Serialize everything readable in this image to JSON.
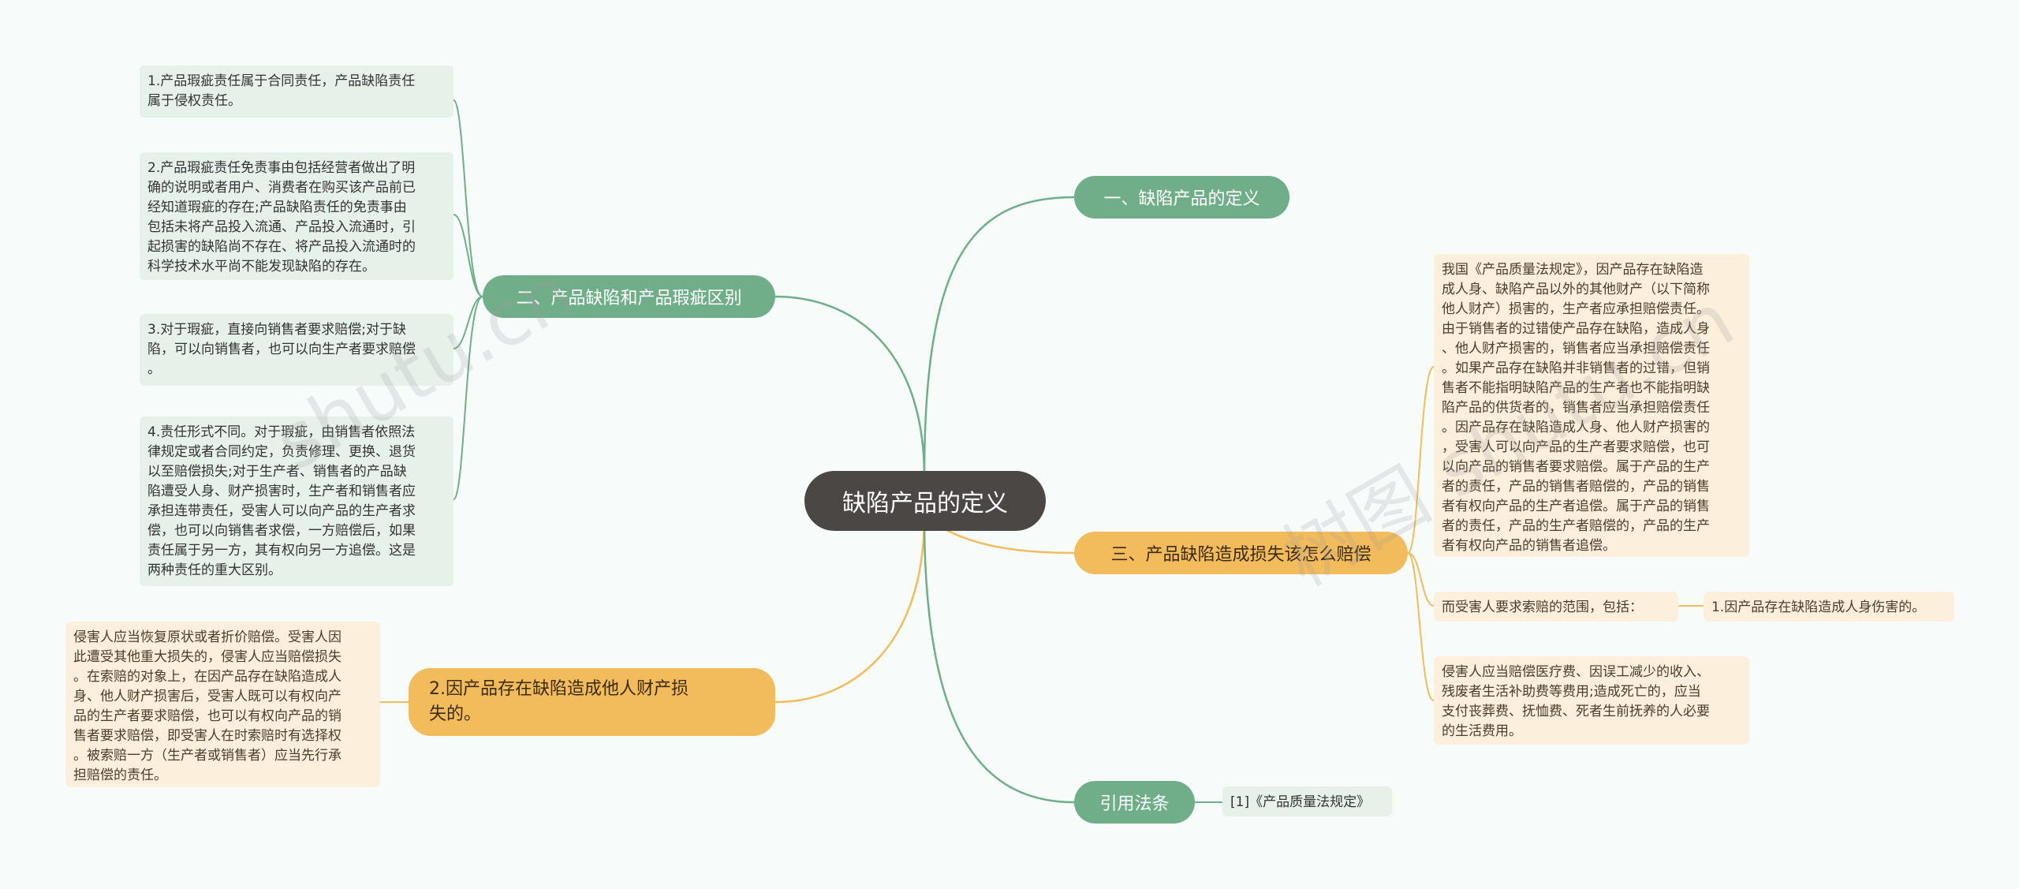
{
  "colors": {
    "green_branch": "#6fae88",
    "orange_branch": "#f2bb5b",
    "root": "#4b4745",
    "green_text_bg": "#e6f1ea",
    "orange_text_bg": "#fcefdc",
    "background": "#f7fcfb"
  },
  "root": {
    "label": "缺陷产品的定义"
  },
  "branches": {
    "b1": {
      "label": "一、缺陷产品的定义"
    },
    "b2": {
      "label": "二、产品缺陷和产品瑕疵区别",
      "items": [
        "1.产品瑕疵责任属于合同责任，产品缺陷责任\n属于侵权责任。",
        "2.产品瑕疵责任免责事由包括经营者做出了明\n确的说明或者用户、消费者在购买该产品前已\n经知道瑕疵的存在;产品缺陷责任的免责事由\n包括未将产品投入流通、产品投入流通时，引\n起损害的缺陷尚不存在、将产品投入流通时的\n科学技术水平尚不能发现缺陷的存在。",
        "3.对于瑕疵，直接向销售者要求赔偿;对于缺\n陷，可以向销售者，也可以向生产者要求赔偿\n。",
        "4.责任形式不同。对于瑕疵，由销售者依照法\n律规定或者合同约定，负责修理、更换、退货\n以至赔偿损失;对于生产者、销售者的产品缺\n陷遭受人身、财产损害时，生产者和销售者应\n承担连带责任，受害人可以向产品的生产者求\n偿，也可以向销售者求偿，一方赔偿后，如果\n责任属于另一方，其有权向另一方追偿。这是\n两种责任的重大区别。"
      ]
    },
    "b3": {
      "label": "三、产品缺陷造成损失该怎么赔偿",
      "items": [
        "我国《产品质量法规定》，因产品存在缺陷造\n成人身、缺陷产品以外的其他财产（以下简称\n他人财产）损害的，生产者应承担赔偿责任。\n由于销售者的过错使产品存在缺陷，造成人身\n、他人财产损害的，销售者应当承担赔偿责任\n。如果产品存在缺陷并非销售者的过错，但销\n售者不能指明缺陷产品的生产者也不能指明缺\n陷产品的供货者的，销售者应当承担赔偿责任\n。因产品存在缺陷造成人身、他人财产损害的\n，受害人可以向产品的生产者要求赔偿，也可\n以向产品的销售者要求赔偿。属于产品的生产\n者的责任，产品的销售者赔偿的，产品的销售\n者有权向产品的生产者追偿。属于产品的销售\n者的责任，产品的生产者赔偿的，产品的生产\n者有权向产品的销售者追偿。",
        "而受害人要求索赔的范围，包括：",
        "侵害人应当赔偿医疗费、因误工减少的收入、\n残废者生活补助费等费用;造成死亡的，应当\n支付丧葬费、抚恤费、死者生前抚养的人必要\n的生活费用。"
      ],
      "sub_item": "1.因产品存在缺陷造成人身伤害的。"
    },
    "b4": {
      "label": "2.因产品存在缺陷造成他人财产损\n失的。",
      "items": [
        "侵害人应当恢复原状或者折价赔偿。受害人因\n此遭受其他重大损失的，侵害人应当赔偿损失\n。在索赔的对象上，在因产品存在缺陷造成人\n身、他人财产损害后，受害人既可以有权向产\n品的生产者要求赔偿，也可以有权向产品的销\n售者要求赔偿，即受害人在时索赔时有选择权\n。被索赔一方（生产者或销售者）应当先行承\n担赔偿的责任。"
      ]
    },
    "b5": {
      "label": "引用法条",
      "items": [
        "[1]《产品质量法规定》"
      ]
    }
  },
  "watermarks": [
    "shutu.cn",
    "树图 shutu.cn"
  ]
}
